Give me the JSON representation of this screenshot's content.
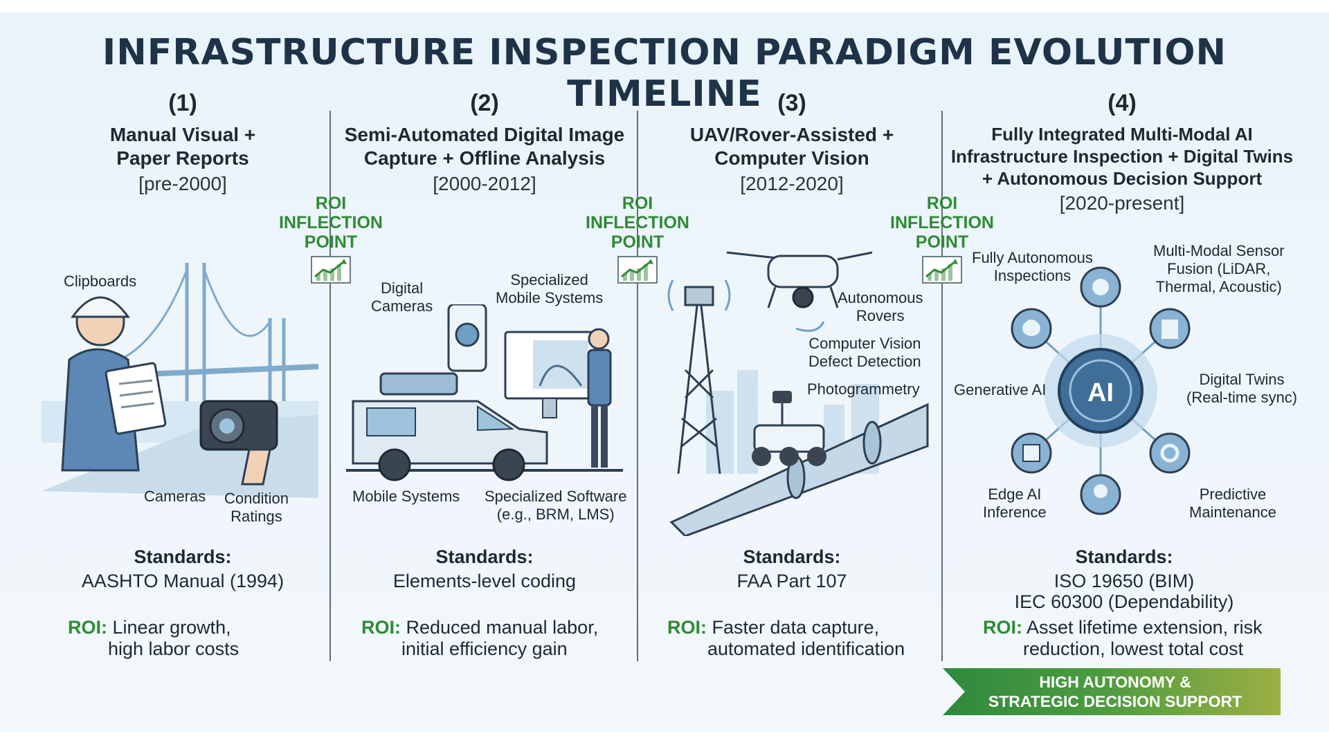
{
  "title": "INFRASTRUCTURE INSPECTION PARADIGM EVOLUTION TIMELINE",
  "colors": {
    "accent_green": "#2e8b34",
    "navy": "#1e3348",
    "steel_blue": "#6f9fc4"
  },
  "roi_inflection": {
    "line1": "ROI",
    "line2": "INFLECTION",
    "line3": "POINT"
  },
  "phases": [
    {
      "number": "(1)",
      "name_lines": [
        "Manual Visual +",
        "Paper Reports"
      ],
      "period": "[pre-2000]",
      "labels": [
        "Clipboards",
        "Cameras",
        "Condition",
        "Ratings"
      ],
      "standards_label": "Standards:",
      "standards": [
        "AASHTO Manual (1994)"
      ],
      "roi_label": "ROI:",
      "roi_lines": [
        "Linear growth,",
        "high labor costs"
      ]
    },
    {
      "number": "(2)",
      "name_lines": [
        "Semi-Automated Digital Image",
        "Capture + Offline Analysis"
      ],
      "period": "[2000-2012]",
      "labels": [
        "Digital",
        "Cameras",
        "Specialized",
        "Mobile Systems",
        "Mobile Systems",
        "Specialized Software",
        "(e.g., BRM, LMS)"
      ],
      "standards_label": "Standards:",
      "standards": [
        "Elements-level coding"
      ],
      "roi_label": "ROI:",
      "roi_lines": [
        "Reduced manual labor,",
        "initial efficiency gain"
      ]
    },
    {
      "number": "(3)",
      "name_lines": [
        "UAV/Rover-Assisted +",
        "Computer Vision"
      ],
      "period": "[2012-2020]",
      "labels": [
        "Autonomous",
        "Rovers",
        "Computer Vision",
        "Defect Detection",
        "Photogrammetry"
      ],
      "standards_label": "Standards:",
      "standards": [
        "FAA Part 107"
      ],
      "roi_label": "ROI:",
      "roi_lines": [
        "Faster data capture,",
        "automated identification"
      ]
    },
    {
      "number": "(4)",
      "name_lines": [
        "Fully Integrated Multi-Modal AI",
        "Infrastructure Inspection + Digital Twins",
        "+ Autonomous Decision Support"
      ],
      "period": "[2020-present]",
      "labels": [
        "Fully Autonomous",
        "Inspections",
        "Multi-Modal Sensor",
        "Fusion (LiDAR,",
        "Thermal, Acoustic)",
        "Generative AI",
        "Digital Twins",
        "(Real-time sync)",
        "Edge AI",
        "Inference",
        "Predictive",
        "Maintenance",
        "AI"
      ],
      "standards_label": "Standards:",
      "standards": [
        "ISO 19650 (BIM)",
        "IEC 60300 (Dependability)"
      ],
      "roi_label": "ROI:",
      "roi_lines": [
        "Asset lifetime extension, risk",
        "reduction, lowest total cost"
      ]
    }
  ],
  "banner": {
    "line1": "HIGH AUTONOMY &",
    "line2": "STRATEGIC DECISION SUPPORT"
  }
}
